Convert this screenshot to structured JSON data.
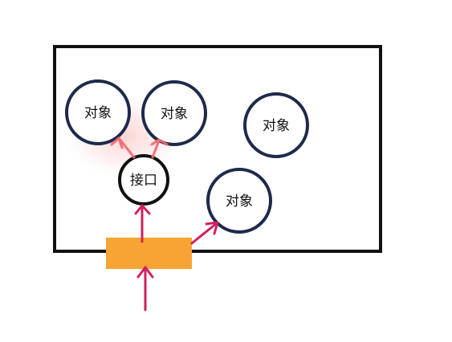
{
  "diagram": {
    "objects": [
      {
        "label": "对象"
      },
      {
        "label": "对象"
      },
      {
        "label": "对象"
      },
      {
        "label": "对象"
      }
    ],
    "interface": {
      "label": "接口"
    },
    "colors": {
      "box_border": "#111111",
      "object_border": "#1e2a4a",
      "interface_border": "#111111",
      "entry_block": "#f7a435",
      "arrow_dark": "#d21f5f",
      "arrow_light": "#f06b73",
      "glow": "#f7b5b2"
    }
  }
}
